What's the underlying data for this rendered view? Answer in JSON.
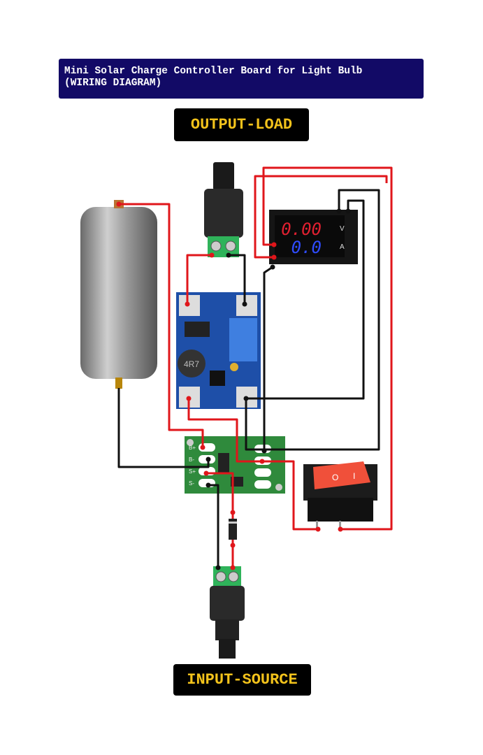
{
  "title": {
    "line1": "Mini Solar Charge Controller Board for Light Bulb",
    "line2": "(WIRING DIAGRAM)"
  },
  "labels": {
    "output": "OUTPUT-LOAD",
    "input": "INPUT-SOURCE"
  },
  "meter": {
    "voltage": "0.00",
    "voltage_unit": "V",
    "current": "0.0",
    "current_unit": "A"
  },
  "charge_board": {
    "pads": [
      "B+",
      "B-",
      "S+",
      "S-"
    ]
  },
  "boost_board": {
    "inductor": "4R7"
  },
  "switch": {
    "off": "O",
    "on": "I"
  },
  "colors": {
    "title_bg": "#120a66",
    "label_text": "#f2c21b",
    "wire_positive": "#e0161b",
    "wire_negative": "#111111"
  }
}
